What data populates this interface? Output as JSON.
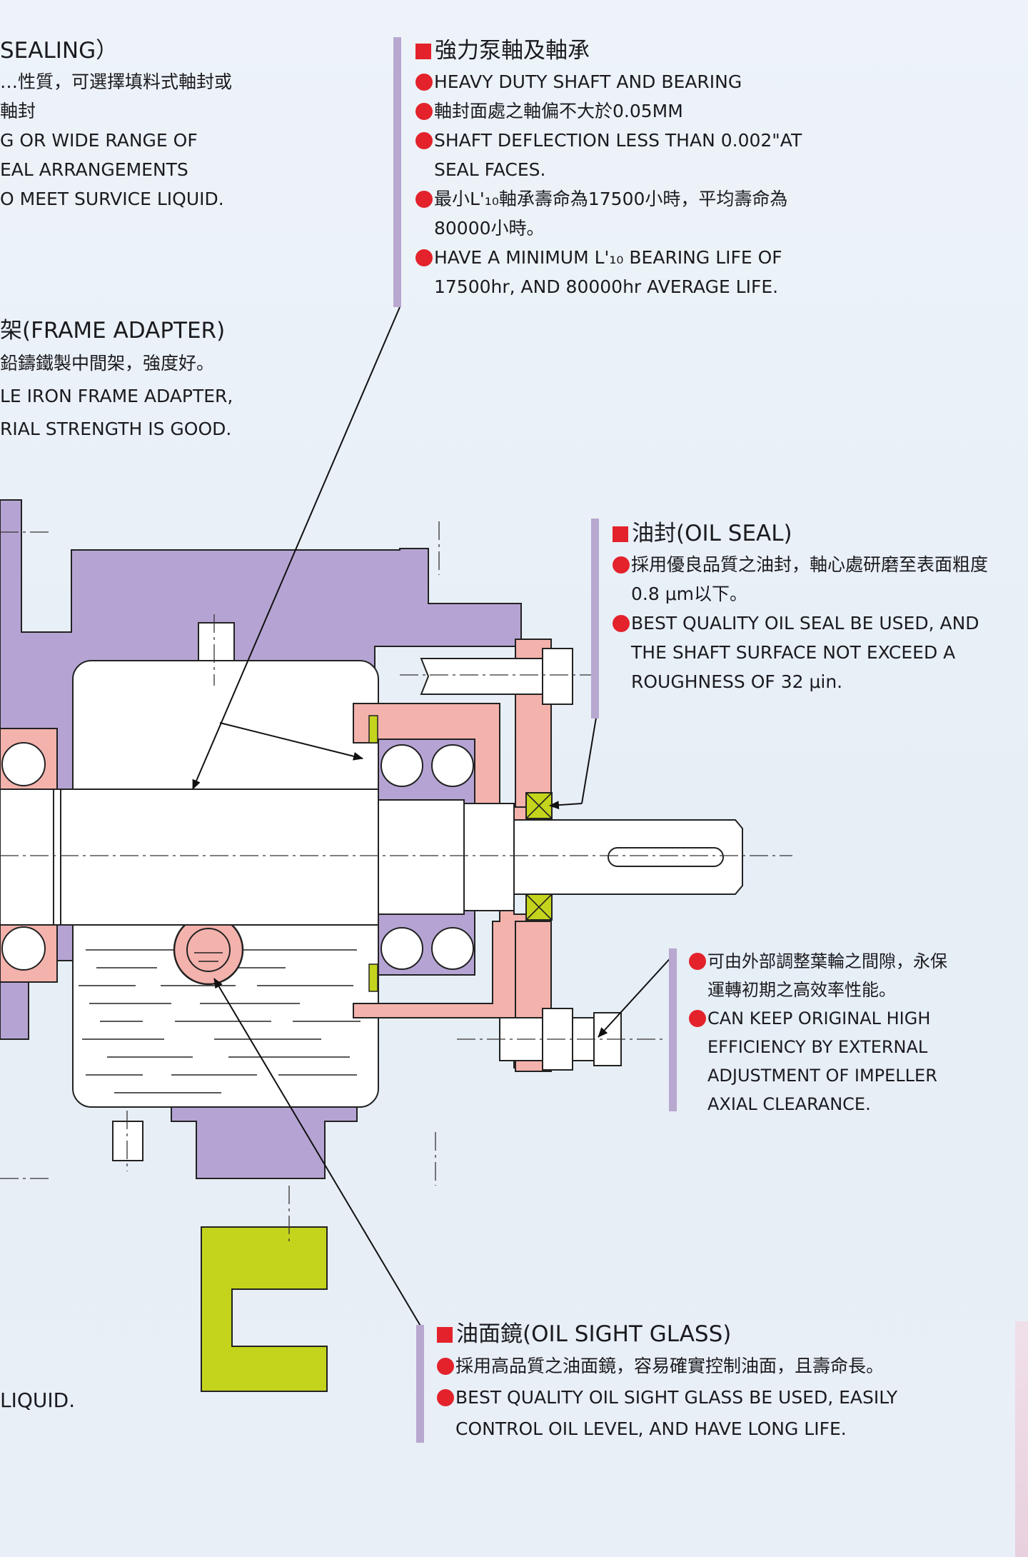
{
  "colors": {
    "housing": "#b5a4d3",
    "bearing": "#f4b2ac",
    "foot": "#c4d41c",
    "accent": "#e3222b",
    "vbar": "#b8a7cf",
    "background": "#eaf1f8"
  },
  "icons": {
    "heading_marker": "red-square-icon",
    "bullet_marker": "red-dot-icon"
  },
  "callouts": {
    "mechanical_seal": {
      "heading": "SEALING）",
      "lines": [
        "…性質，可選擇填料式軸封或",
        "軸封",
        "G OR WIDE RANGE OF",
        "EAL ARRANGEMENTS",
        "O MEET SURVICE LIQUID."
      ]
    },
    "frame_adapter": {
      "heading": "架(FRAME ADAPTER)",
      "lines": [
        "鉛鑄鐵製中間架，強度好。",
        "LE IRON  FRAME  ADAPTER,",
        "RIAL STRENGTH IS GOOD."
      ]
    },
    "shaft_bearing": {
      "heading": "強力泵軸及軸承",
      "items": [
        {
          "lines": [
            "HEAVY DUTY SHAFT AND BEARING"
          ]
        },
        {
          "lines": [
            "軸封面處之軸偏不大於0.05MM"
          ]
        },
        {
          "lines": [
            "SHAFT DEFLECTION LESS THAN 0.002\"AT",
            "SEAL FACES."
          ]
        },
        {
          "lines": [
            "最小L'₁₀軸承壽命為17500小時，平均壽命為",
            "80000小時。"
          ]
        },
        {
          "lines": [
            "HAVE A MINIMUM L'₁₀ BEARING LIFE OF",
            "17500hr, AND 80000hr AVERAGE LIFE."
          ]
        }
      ]
    },
    "oil_seal": {
      "heading": "油封(OIL SEAL)",
      "items": [
        {
          "lines": [
            "採用優良品質之油封，軸心處研磨至表面粗度",
            "0.8 μm以下。"
          ]
        },
        {
          "lines": [
            "BEST QUALITY OIL SEAL BE USED, AND",
            "THE SHAFT SURFACE NOT EXCEED A",
            "ROUGHNESS OF 32 μin."
          ]
        }
      ]
    },
    "impeller_adjustment": {
      "items": [
        {
          "lines": [
            "可由外部調整葉輪之間隙，永保",
            "運轉初期之高效率性能。"
          ]
        },
        {
          "lines": [
            "CAN KEEP ORIGINAL HIGH",
            "EFFICIENCY BY EXTERNAL",
            "ADJUSTMENT OF IMPELLER",
            "AXIAL CLEARANCE."
          ]
        }
      ]
    },
    "oil_sight_glass": {
      "heading": "油面鏡(OIL SIGHT GLASS)",
      "items": [
        {
          "lines": [
            "採用高品質之油面鏡，容易確實控制油面，且壽命長。"
          ]
        },
        {
          "lines": [
            "BEST QUALITY OIL SIGHT GLASS BE USED, EASILY",
            "CONTROL OIL LEVEL, AND HAVE LONG LIFE."
          ]
        }
      ]
    },
    "left_footer": {
      "text": "LIQUID."
    }
  }
}
